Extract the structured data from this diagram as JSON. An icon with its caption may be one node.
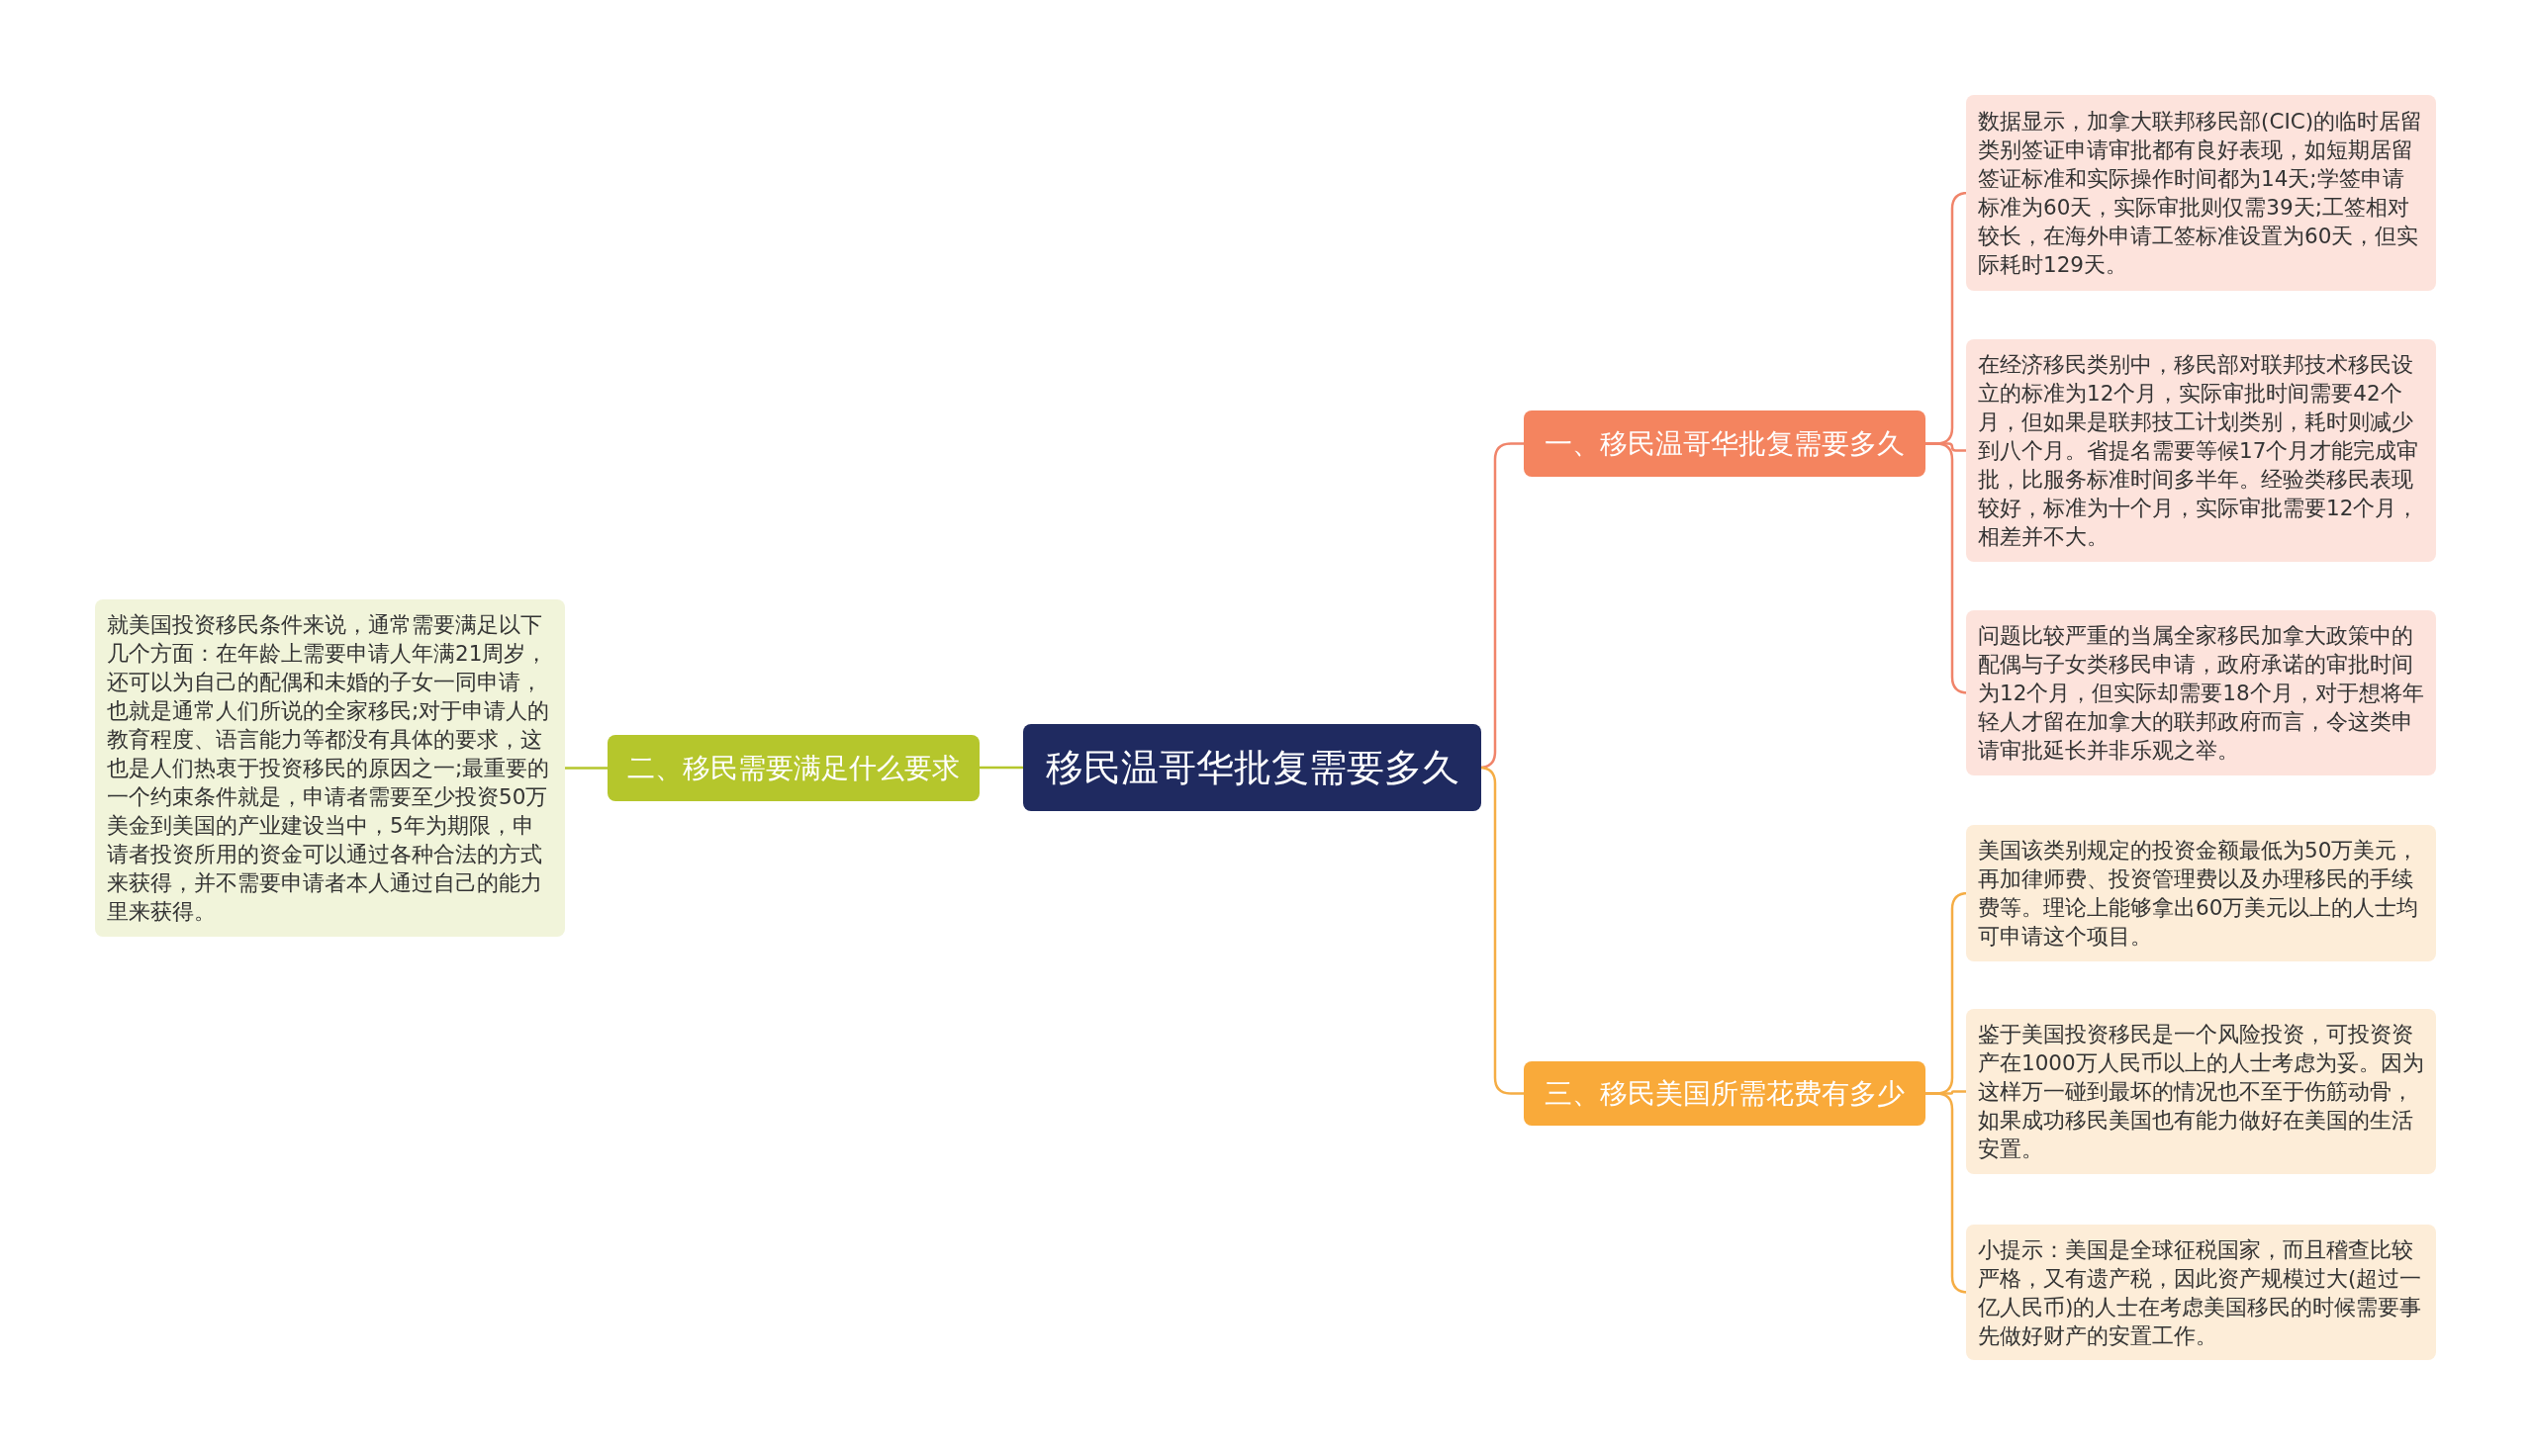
{
  "diagram": {
    "nodes": [
      {
        "text": [
          "移民温哥华批复需要多久"
        ]
      },
      {
        "text": [
          "二、移民需要满足什么要求"
        ]
      },
      {
        "text": [
          "就美国投资移民条件来说，通常需要满足以下几个方面：在年龄上需要申请人年满21周岁，还可以为自己的配偶和未婚的子女一同申请，也就是通常人们所说的全家移民;对于申请人的教育程度、语言能力等都没有具体的要求，这也是人们热衷于投资移民的原因之一;最重要的一个约束条件就是，申请者需要至少投资50万美金到美国的产业建设当中，5年为期限，申请者投资所用的资金可以通过各种合法的方式来获得，并不需要申请者本人通过自己的能力里来获得。"
        ]
      },
      {
        "text": [
          "一、移民温哥华批复需要多久"
        ]
      },
      {
        "text": [
          "数据显示，加拿大联邦移民部(CIC)的临时居留类别签证申请审批都有良好表现，如短期居留签证标准和实际操作时间都为14天;学签申请标准为60天，实际审批则仅需39天;工签相对较长，在海外申请工签标准设置为60天，但实际耗时129天。"
        ]
      },
      {
        "text": [
          "在经济移民类别中，移民部对联邦技术移民设立的标准为12个月，实际审批时间需要42个月，但如果是联邦技工计划类别，耗时则减少到八个月。省提名需要等候17个月才能完成审批，比服务标准时间多半年。经验类移民表现较好，标准为十个月，实际审批需要12个月，相差并不大。"
        ]
      },
      {
        "text": [
          "问题比较严重的当属全家移民加拿大政策中的配偶与子女类移民申请，政府承诺的审批时间为12个月，但实际却需要18个月，对于想将年轻人才留在加拿大的联邦政府而言，令这类申请审批延长并非乐观之举。"
        ]
      },
      {
        "text": [
          "三、移民美国所需花费有多少"
        ]
      },
      {
        "text": [
          "美国该类别规定的投资金额最低为50万美元，再加律师费、投资管理费以及办理移民的手续费等。理论上能够拿出60万美元以上的人士均可申请这个项目。"
        ]
      },
      {
        "text": [
          "鉴于美国投资移民是一个风险投资，可投资资产在1000万人民币以上的人士考虑为妥。因为这样万一碰到最坏的情况也不至于伤筋动骨，如果成功移民美国也有能力做好在美国的生活安置。"
        ]
      },
      {
        "text": [
          "小提示：美国是全球征税国家，而且稽查比较严格，又有遗产税，因此资产规模过大(超过一亿人民币)的人士在考虑美国移民的时候需要事先做好财产的安置工作。"
        ]
      }
    ],
    "edges": [
      {
        "from": 0,
        "to": 1,
        "arrow": "none",
        "color": "#b5c62c"
      },
      {
        "from": 1,
        "to": 2,
        "arrow": "none",
        "color": "#b5c62c"
      },
      {
        "from": 0,
        "to": 3,
        "arrow": "none",
        "color": "#f0846a"
      },
      {
        "from": 3,
        "to": 4,
        "arrow": "none",
        "color": "#f0846a"
      },
      {
        "from": 3,
        "to": 5,
        "arrow": "none",
        "color": "#f0846a"
      },
      {
        "from": 3,
        "to": 6,
        "arrow": "none",
        "color": "#f0846a"
      },
      {
        "from": 0,
        "to": 7,
        "arrow": "none",
        "color": "#f5ad45"
      },
      {
        "from": 7,
        "to": 8,
        "arrow": "none",
        "color": "#f5ad45"
      },
      {
        "from": 7,
        "to": 9,
        "arrow": "none",
        "color": "#f5ad45"
      },
      {
        "from": 7,
        "to": 10,
        "arrow": "none",
        "color": "#f5ad45"
      }
    ]
  }
}
